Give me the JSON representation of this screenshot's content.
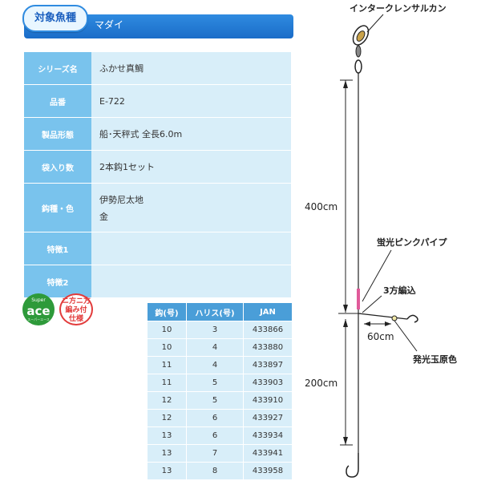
{
  "banner": {
    "label": "対象魚種",
    "value": "マダイ"
  },
  "spec": {
    "rows": [
      {
        "label": "シリーズ名",
        "value": "ふかせ真鯛"
      },
      {
        "label": "品番",
        "value": "E-722"
      },
      {
        "label": "製品形態",
        "value": "船･天秤式 全長6.0m"
      },
      {
        "label": "袋入り数",
        "value": "2本鈎1セット"
      },
      {
        "label": "鈎種・色",
        "value": "伊勢尼太地",
        "value2": "金"
      },
      {
        "label": "特徴1",
        "value": ""
      },
      {
        "label": "特徴2",
        "value": ""
      }
    ]
  },
  "logos": {
    "ace": {
      "top": "Super",
      "main": "ace",
      "bottom": "スーパーエース"
    },
    "knot": {
      "line1": "ニ方ニ方",
      "line2": "編み付",
      "line3": "仕様"
    }
  },
  "sizes": {
    "headers": [
      "鈎(号)",
      "ハリス(号)",
      "JAN"
    ],
    "rows": [
      [
        "10",
        "3",
        "433866"
      ],
      [
        "10",
        "4",
        "433880"
      ],
      [
        "11",
        "4",
        "433897"
      ],
      [
        "11",
        "5",
        "433903"
      ],
      [
        "12",
        "5",
        "433910"
      ],
      [
        "12",
        "6",
        "433927"
      ],
      [
        "13",
        "6",
        "433934"
      ],
      [
        "13",
        "7",
        "433941"
      ],
      [
        "13",
        "8",
        "433958"
      ]
    ]
  },
  "diagram": {
    "swivel": "インタークレンサルカン",
    "upper_length": "400cm",
    "pipe": "蛍光ピンクパイプ",
    "knot": "3方編込",
    "branch_length": "60cm",
    "lower_length": "200cm",
    "bead": "発光玉原色"
  },
  "colors": {
    "banner": "#1a6cc8",
    "label_cell": "#79c3ed",
    "value_cell": "#d8eef9",
    "size_header": "#4a9ed8",
    "ace_logo": "#2e9a3a",
    "knot_logo": "#e23b3b"
  }
}
